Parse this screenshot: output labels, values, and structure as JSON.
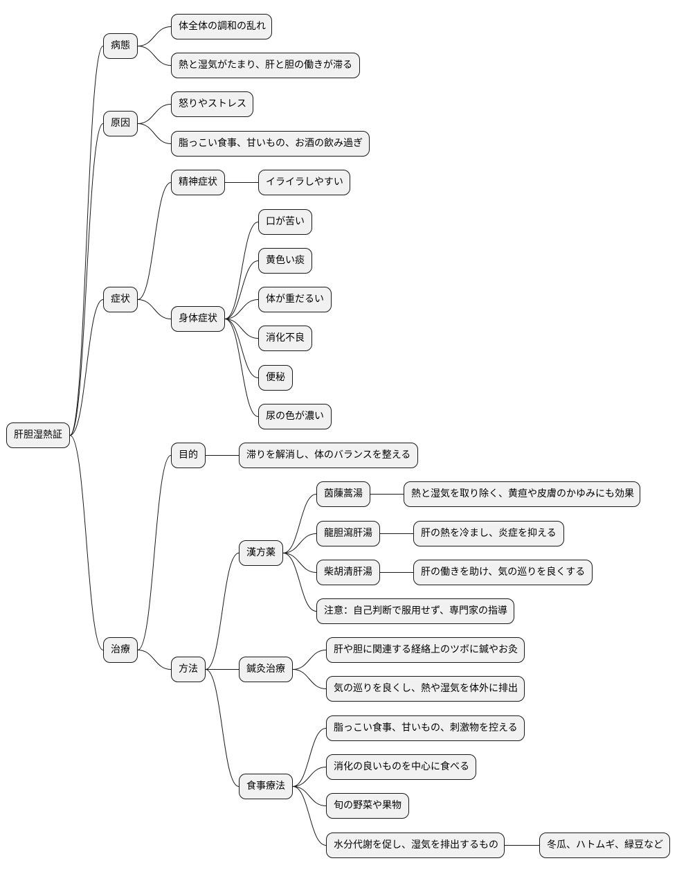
{
  "colors": {
    "node_fill": "#f1f1f1",
    "node_border": "#181818",
    "line": "#181818",
    "background": "#ffffff"
  },
  "mindmap": {
    "root": "肝胆湿熱証",
    "branches": [
      {
        "label": "病態",
        "children": [
          {
            "label": "体全体の調和の乱れ"
          },
          {
            "label": "熱と湿気がたまり、肝と胆の働きが滞る"
          }
        ]
      },
      {
        "label": "原因",
        "children": [
          {
            "label": "怒りやストレス"
          },
          {
            "label": "脂っこい食事、甘いもの、お酒の飲み過ぎ"
          }
        ]
      },
      {
        "label": "症状",
        "children": [
          {
            "label": "精神症状",
            "children": [
              {
                "label": "イライラしやすい"
              }
            ]
          },
          {
            "label": "身体症状",
            "children": [
              {
                "label": "口が苦い"
              },
              {
                "label": "黄色い痰"
              },
              {
                "label": "体が重だるい"
              },
              {
                "label": "消化不良"
              },
              {
                "label": "便秘"
              },
              {
                "label": "尿の色が濃い"
              }
            ]
          }
        ]
      },
      {
        "label": "治療",
        "children": [
          {
            "label": "目的",
            "children": [
              {
                "label": "滞りを解消し、体のバランスを整える"
              }
            ]
          },
          {
            "label": "方法",
            "children": [
              {
                "label": "漢方薬",
                "children": [
                  {
                    "label": "茵蔯蒿湯",
                    "children": [
                      {
                        "label": "熱と湿気を取り除く、黄疸や皮膚のかゆみにも効果"
                      }
                    ]
                  },
                  {
                    "label": "龍胆瀉肝湯",
                    "children": [
                      {
                        "label": "肝の熱を冷まし、炎症を抑える"
                      }
                    ]
                  },
                  {
                    "label": "柴胡清肝湯",
                    "children": [
                      {
                        "label": "肝の働きを助け、気の巡りを良くする"
                      }
                    ]
                  },
                  {
                    "label": "注意：自己判断で服用せず、専門家の指導"
                  }
                ]
              },
              {
                "label": "鍼灸治療",
                "children": [
                  {
                    "label": "肝や胆に関連する経絡上のツボに鍼やお灸"
                  },
                  {
                    "label": "気の巡りを良くし、熱や湿気を体外に排出"
                  }
                ]
              },
              {
                "label": "食事療法",
                "children": [
                  {
                    "label": "脂っこい食事、甘いもの、刺激物を控える"
                  },
                  {
                    "label": "消化の良いものを中心に食べる"
                  },
                  {
                    "label": "旬の野菜や果物"
                  },
                  {
                    "label": "水分代謝を促し、湿気を排出するもの",
                    "children": [
                      {
                        "label": "冬瓜、ハトムギ、緑豆など"
                      }
                    ]
                  }
                ]
              }
            ]
          }
        ]
      }
    ]
  }
}
